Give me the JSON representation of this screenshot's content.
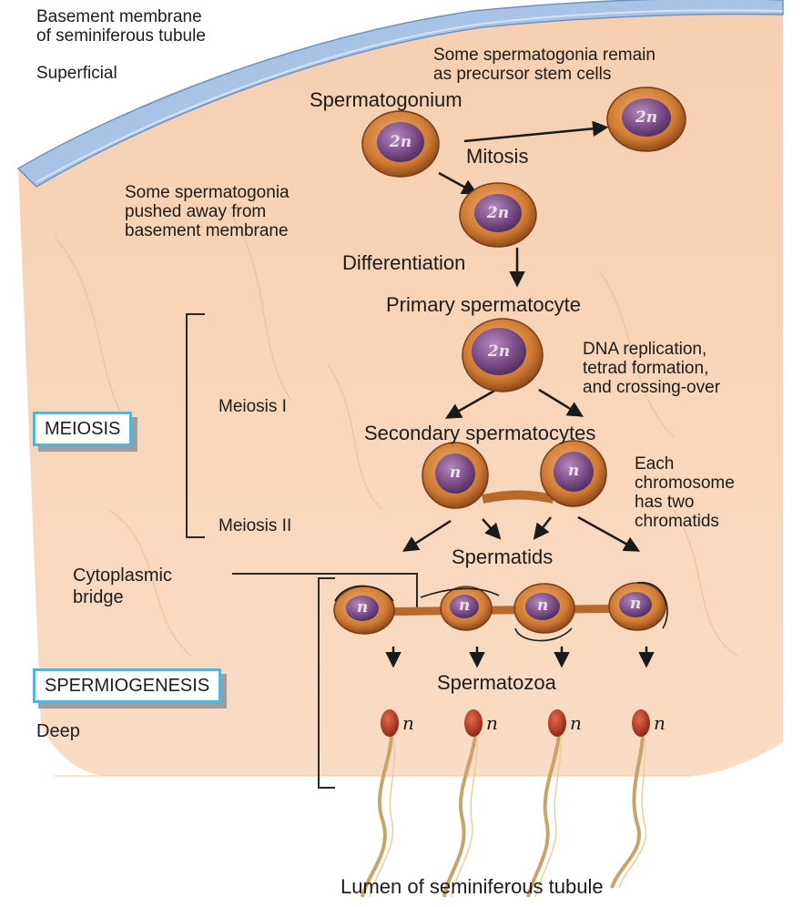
{
  "texts": {
    "basement_membrane": "Basement membrane\nof seminiferous tubule",
    "superficial": "Superficial",
    "deep": "Deep",
    "stem_cells_note": "Some spermatogonia remain\nas precursor stem cells",
    "spermatogonium": "Spermatogonium",
    "mitosis": "Mitosis",
    "pushed_away_note": "Some spermatogonia\npushed away from\nbasement membrane",
    "differentiation": "Differentiation",
    "primary_spermatocyte": "Primary spermatocyte",
    "dna_note": "DNA replication,\ntetrad formation,\nand crossing-over",
    "meiosis_i": "Meiosis I",
    "meiosis_ii": "Meiosis II",
    "secondary_spermatocytes": "Secondary spermatocytes",
    "chromatids_note": "Each\nchromosome\nhas two\nchromatids",
    "spermatids": "Spermatids",
    "cytoplasmic_bridge": "Cytoplasmic\nbridge",
    "spermatozoa": "Spermatozoa",
    "lumen": "Lumen of seminiferous tubule"
  },
  "boxes": {
    "meiosis": "MEIOSIS",
    "spermiogenesis": "SPERMIOGENESIS"
  },
  "ploidy": {
    "diploid": "2n",
    "haploid": "n"
  },
  "colors": {
    "tissue": "#f7d2b4",
    "membrane": "#a9c4e4",
    "cell_body": "#c9742f",
    "nucleus": "#7f4f86",
    "box_border": "#4fb6e0",
    "sperm_head": "#b2361f",
    "tail": "#c8a36a"
  }
}
